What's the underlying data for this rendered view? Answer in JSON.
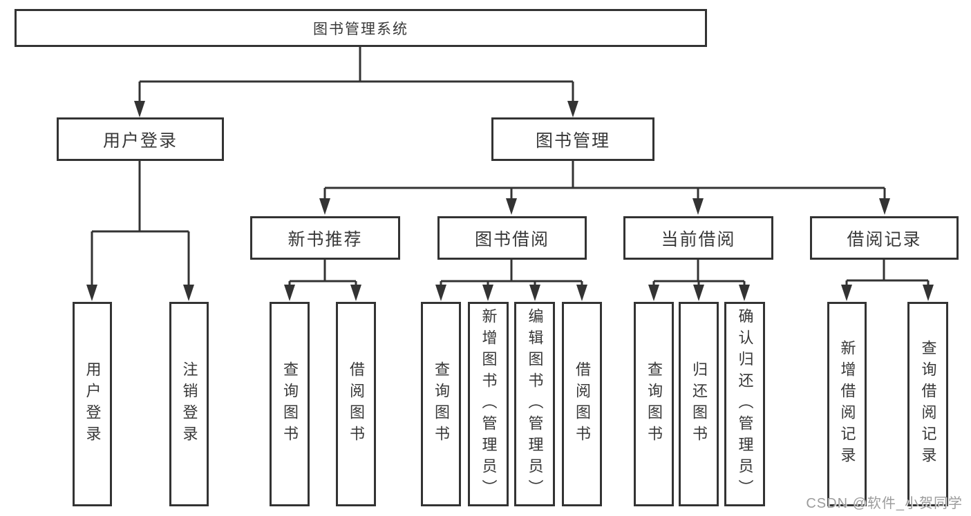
{
  "colors": {
    "line": "#333333",
    "border": "#333333",
    "text": "#383838",
    "watermark": "#9c9c9c",
    "background": "#ffffff"
  },
  "tree": {
    "root": {
      "label": "图书管理系统"
    },
    "branches": [
      {
        "label": "用户登录",
        "children": [
          {
            "label": "用户登录"
          },
          {
            "label": "注销登录"
          }
        ]
      },
      {
        "label": "图书管理",
        "children": [
          {
            "label": "新书推荐",
            "children": [
              {
                "label": "查询图书"
              },
              {
                "label": "借阅图书"
              }
            ]
          },
          {
            "label": "图书借阅",
            "children": [
              {
                "label": "查询图书"
              },
              {
                "label": "新增图书（管理员）"
              },
              {
                "label": "编辑图书（管理员）"
              },
              {
                "label": "借阅图书"
              }
            ]
          },
          {
            "label": "当前借阅",
            "children": [
              {
                "label": "查询图书"
              },
              {
                "label": "归还图书"
              },
              {
                "label": "确认归还（管理员）"
              }
            ]
          },
          {
            "label": "借阅记录",
            "children": [
              {
                "label": "新增借阅记录"
              },
              {
                "label": "查询借阅记录"
              }
            ]
          }
        ]
      }
    ]
  },
  "watermark": {
    "text": "CSDN @软件_小贺同学"
  }
}
